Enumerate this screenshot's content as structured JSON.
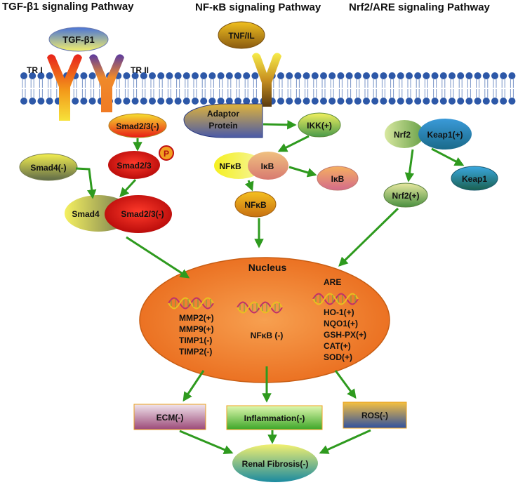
{
  "headers": {
    "tgf": "TGF-β1 signaling Pathway",
    "nfkb": "NF-κB signaling Pathway",
    "nrf2": "Nrf2/ARE signaling Pathway"
  },
  "tgf_pathway": {
    "ligand": "TGF-β1",
    "receptor1": "TR I",
    "receptor2": "TR II",
    "smad23_top": "Smad2/3(-)",
    "smad23_p": "Smad2/3",
    "phospho": "P",
    "smad4": "Smad4(-)",
    "complex_smad4": "Smad4",
    "complex_smad23": "Smad2/3(-)"
  },
  "nfkb_pathway": {
    "ligand": "TNF/IL",
    "adaptor": "Adaptor Protein",
    "ikk": "IKK(+)",
    "nfkb_complex": "NFκB",
    "ikb_complex": "IκB",
    "ikb_free": "IκB",
    "nfkb_free": "NFκB"
  },
  "nrf2_pathway": {
    "nrf2": "Nrf2",
    "keap1_complex": "Keap1(+)",
    "keap1_free": "Keap1",
    "nrf2_free": "Nrf2(+)"
  },
  "nucleus": {
    "title": "Nucleus",
    "left_genes": [
      "MMP2(+)",
      "MMP9(+)",
      "TIMP1(-)",
      "TIMP2(-)"
    ],
    "center_label": "NFκB (-)",
    "are_label": "ARE",
    "right_genes": [
      "HO-1(+)",
      "NQO1(+)",
      "GSH-PX(+)",
      "CAT(+)",
      "SOD(+)"
    ]
  },
  "outcomes": {
    "ecm": "ECM(-)",
    "inflammation": "Inflammation(-)",
    "ros": "ROS(-)",
    "fibrosis": "Renal Fibrosis(-)"
  },
  "colors": {
    "arrow": "#2e9a1e",
    "membrane_head": "#2d58a8",
    "nucleus": "#ee7b2c",
    "nucleus_edge": "#c85e14"
  }
}
